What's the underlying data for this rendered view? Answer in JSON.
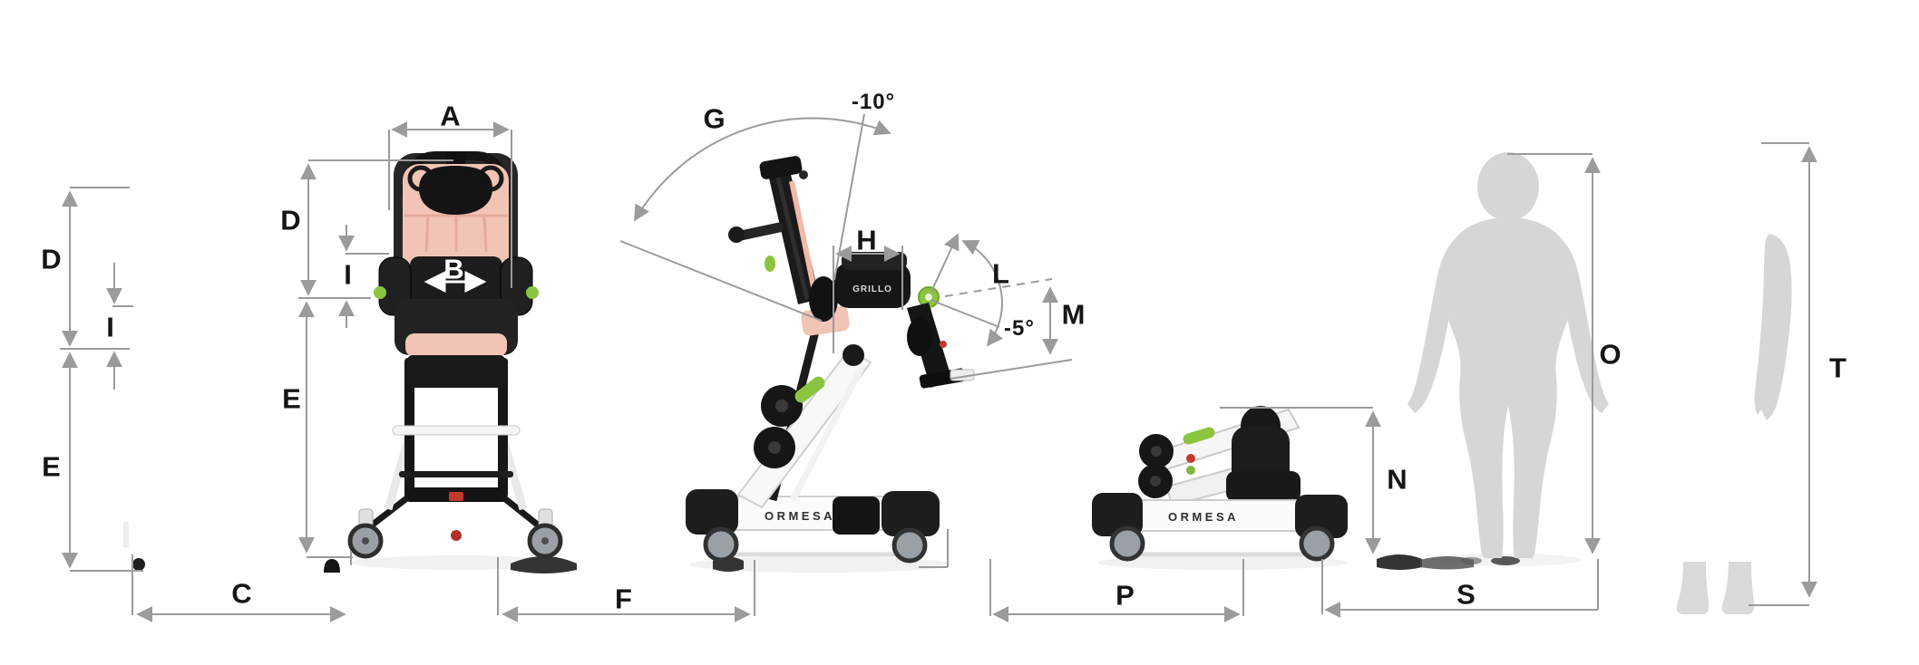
{
  "diagram": {
    "brand": "ORMESA",
    "model": "GRILLO",
    "dimension_labels": {
      "a": "A",
      "b": "B",
      "c": "C",
      "d": "D",
      "e": "E",
      "f": "F",
      "g": "G",
      "h": "H",
      "i": "I",
      "l": "L",
      "m": "M",
      "n": "N",
      "o": "O",
      "p": "P",
      "s": "S",
      "t": "T"
    },
    "angle_labels": {
      "backrest_recline": "-10°",
      "footrest_min": "-5°"
    },
    "colors": {
      "dimension_line": "#9b9b9b",
      "label_text": "#151515",
      "silhouette": "#d6d6d6",
      "cushion_pink": "#f2c4b5",
      "accent_green": "#8bc53f",
      "frame_dark": "#1d1d1d",
      "frame_white": "#f8f8f8",
      "wheel_gray": "#9aa0a6"
    }
  }
}
